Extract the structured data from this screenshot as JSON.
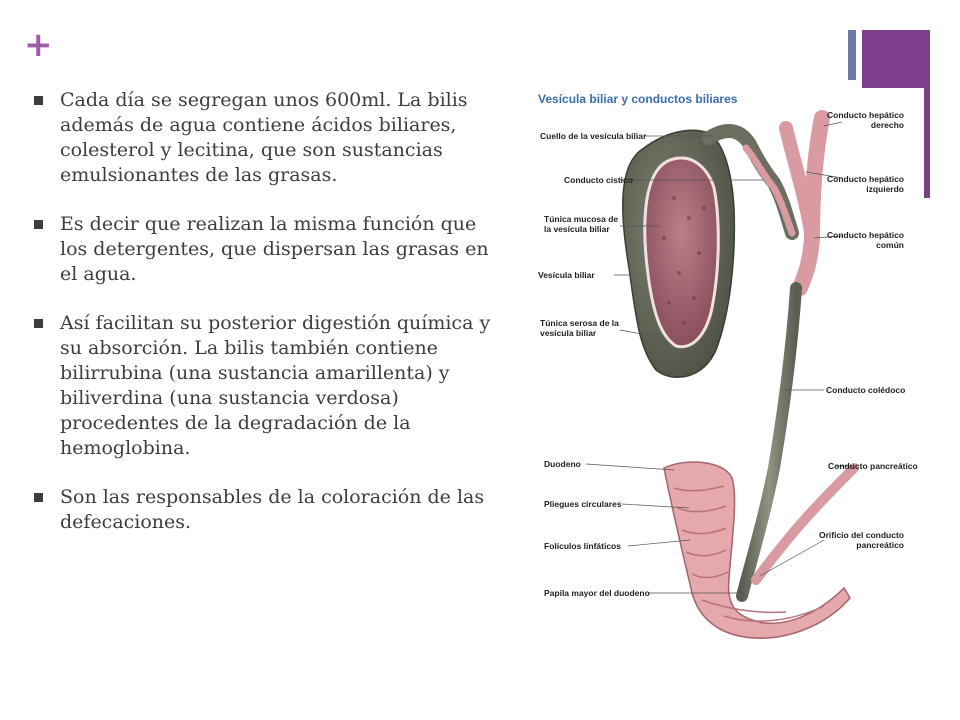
{
  "slide": {
    "plus_symbol": "+",
    "bullets": [
      "Cada día se segregan unos 600ml. La bilis además de agua contiene ácidos biliares, colesterol y lecitina, que son sustancias emulsionantes de las grasas.",
      "Es decir que realizan la misma función que los detergentes, que dispersan las grasas en el agua.",
      "Así facilitan su posterior digestión química y su absorción. La bilis también contiene bilirrubina (una sustancia amarillenta) y biliverdina (una sustancia verdosa) procedentes de la degradación de la hemoglobina.",
      "Son las responsables de la coloración de las defecaciones."
    ]
  },
  "figure": {
    "title": "Vesícula biliar y conductos biliares",
    "labels_left": [
      [
        "Cuello de la vesícula biliar"
      ],
      [
        "Conducto cístico"
      ],
      [
        "Túnica mucosa de",
        "la vesícula biliar"
      ],
      [
        "Vesícula biliar"
      ],
      [
        "Túnica serosa de la",
        "vesícula biliar"
      ],
      [
        "Duodeno"
      ],
      [
        "Pliegues circulares"
      ],
      [
        "Folículos linfáticos"
      ],
      [
        "Papila mayor del duodeno"
      ]
    ],
    "labels_right": [
      [
        "Conducto hepático",
        "derecho"
      ],
      [
        "Conducto hepático",
        "izquierdo"
      ],
      [
        "Conducto hepático",
        "común"
      ],
      [
        "Conducto colédoco"
      ],
      [
        "Conducto pancreático"
      ],
      [
        "Orificio del conducto",
        "pancreático"
      ]
    ]
  },
  "colors": {
    "accent_purple": "#7d3f8c",
    "accent_blue": "#6f78a6",
    "plus_color": "#a05ca8",
    "title_blue": "#3b6ea8"
  }
}
